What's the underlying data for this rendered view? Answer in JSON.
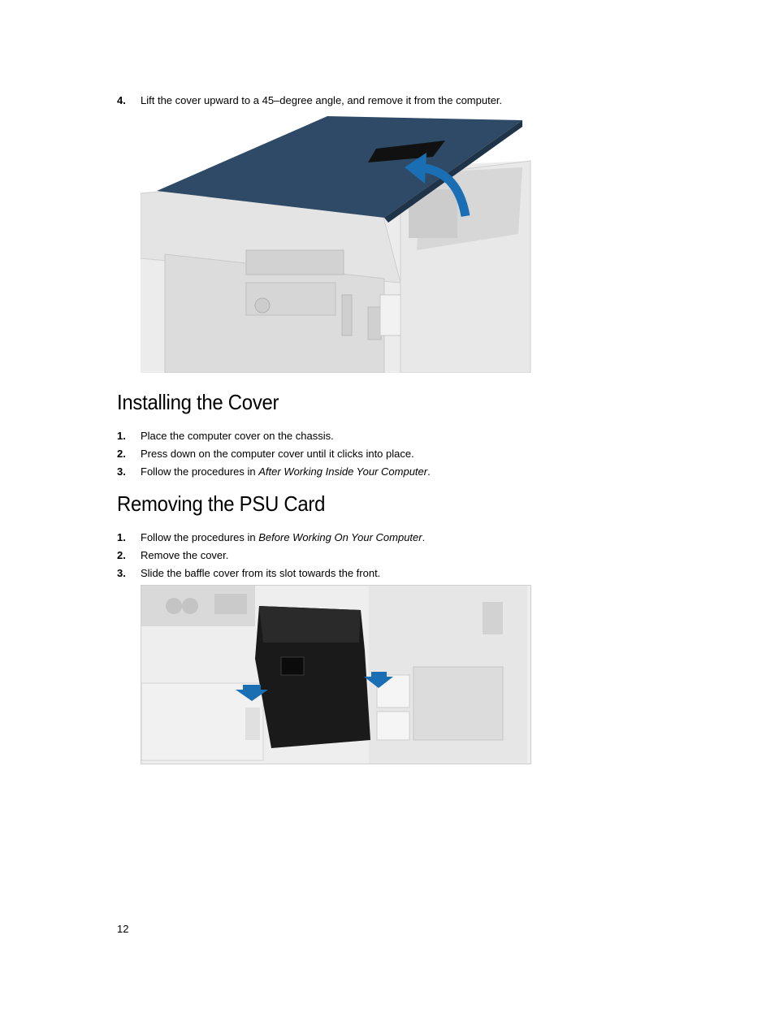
{
  "section_top": {
    "step4": {
      "num": "4.",
      "text": "Lift the cover upward to a 45–degree angle, and remove it from the computer."
    }
  },
  "installing": {
    "title": "Installing the Cover",
    "steps": [
      {
        "num": "1.",
        "text": "Place the computer cover on the chassis."
      },
      {
        "num": "2.",
        "text": "Press down on the computer cover until it clicks into place."
      },
      {
        "num": "3.",
        "pre": "Follow the procedures in ",
        "link": "After Working Inside Your Computer",
        "post": "."
      }
    ]
  },
  "removing": {
    "title": "Removing the PSU Card",
    "steps": [
      {
        "num": "1.",
        "pre": "Follow the procedures in ",
        "link": "Before Working On Your Computer",
        "post": "."
      },
      {
        "num": "2.",
        "text": "Remove the cover."
      },
      {
        "num": "3.",
        "text": "Slide the baffle cover from its slot towards the front."
      }
    ]
  },
  "page_number": "12",
  "colors": {
    "arrow": "#1a6fb4",
    "cover": "#2e4a66",
    "chassis": "#e2e2e2",
    "baffle": "#1a1a1a"
  }
}
